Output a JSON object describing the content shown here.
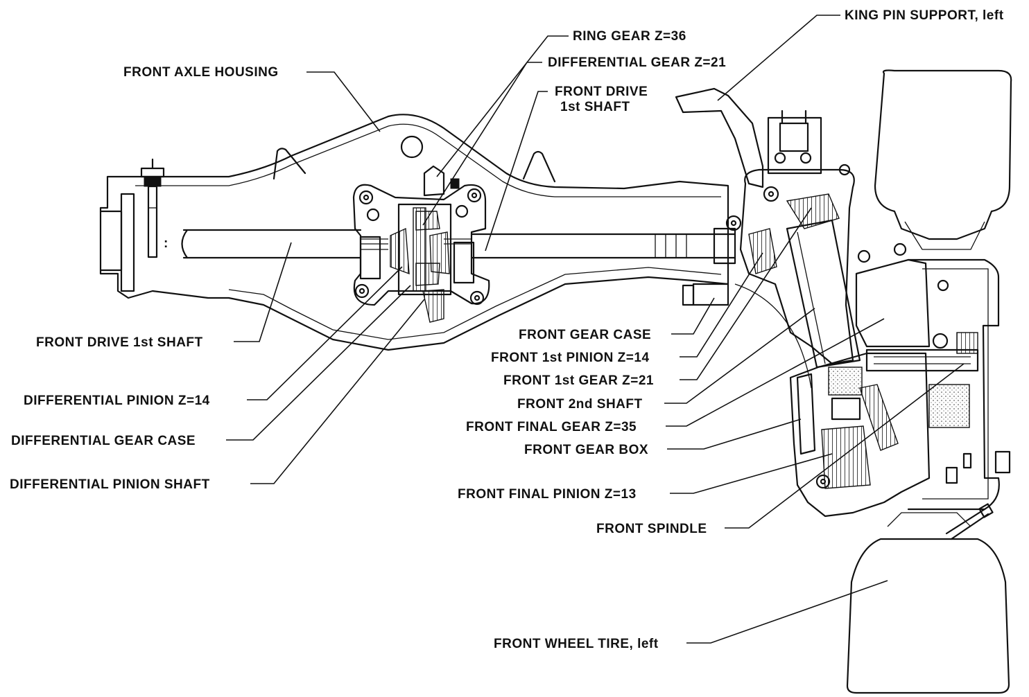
{
  "labels": {
    "king_pin_support": "KING PIN SUPPORT, left",
    "ring_gear": "RING GEAR Z=36",
    "differential_gear": "DIFFERENTIAL GEAR Z=21",
    "front_axle_housing": "FRONT AXLE HOUSING",
    "front_drive_shaft_top_1": "FRONT DRIVE",
    "front_drive_shaft_top_2": "1st SHAFT",
    "front_drive_shaft_left": "FRONT DRIVE 1st SHAFT",
    "front_gear_case": "FRONT GEAR CASE",
    "front_1st_pinion": "FRONT 1st PINION Z=14",
    "front_1st_gear": "FRONT 1st GEAR Z=21",
    "front_2nd_shaft": "FRONT 2nd SHAFT",
    "front_final_gear": "FRONT FINAL GEAR Z=35",
    "front_gear_box": "FRONT GEAR BOX",
    "front_final_pinion": "FRONT FINAL PINION Z=13",
    "front_spindle": "FRONT SPINDLE",
    "front_wheel_tire": "FRONT WHEEL TIRE, left",
    "differential_pinion": "DIFFERENTIAL PINION Z=14",
    "differential_gear_case": "DIFFERENTIAL GEAR CASE",
    "differential_pinion_shaft": "DIFFERENTIAL PINION SHAFT"
  }
}
